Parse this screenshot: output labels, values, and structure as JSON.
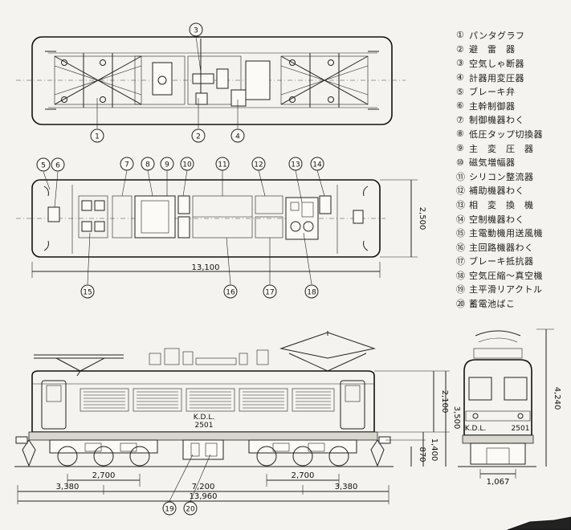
{
  "legend": [
    {
      "num": "①",
      "text": "パンタグラフ"
    },
    {
      "num": "②",
      "text": "避　雷　器"
    },
    {
      "num": "③",
      "text": "空気しゃ断器"
    },
    {
      "num": "④",
      "text": "計器用変圧器"
    },
    {
      "num": "⑤",
      "text": "ブレーキ弁"
    },
    {
      "num": "⑥",
      "text": "主幹制御器"
    },
    {
      "num": "⑦",
      "text": "制御機器わく"
    },
    {
      "num": "⑧",
      "text": "低圧タップ切換器"
    },
    {
      "num": "⑨",
      "text": "主　変　圧　器"
    },
    {
      "num": "⑩",
      "text": "磁気増幅器"
    },
    {
      "num": "⑪",
      "text": "シリコン整流器"
    },
    {
      "num": "⑫",
      "text": "補助機器わく"
    },
    {
      "num": "⑬",
      "text": "相　変　換　機"
    },
    {
      "num": "⑭",
      "text": "空制機器わく"
    },
    {
      "num": "⑮",
      "text": "主電動機用送風機"
    },
    {
      "num": "⑯",
      "text": "主回路機器わく"
    },
    {
      "num": "⑰",
      "text": "ブレーキ抵抗器"
    },
    {
      "num": "⑱",
      "text": "空気圧縮〜真空機"
    },
    {
      "num": "⑲",
      "text": "主平滑リアクトル"
    },
    {
      "num": "⑳",
      "text": "蓄電池ばこ"
    }
  ],
  "callouts": {
    "c1": "1",
    "c2": "2",
    "c3": "3",
    "c4": "4",
    "c5": "5",
    "c6": "6",
    "c7": "7",
    "c8": "8",
    "c9": "9",
    "c10": "10",
    "c11": "11",
    "c12": "12",
    "c13": "13",
    "c14": "14",
    "c15": "15",
    "c16": "16",
    "c17": "17",
    "c18": "18",
    "c19": "19",
    "c20": "20"
  },
  "dimensions": {
    "plan_width": "2,500",
    "plan_length": "13,100",
    "height_body": "2,100",
    "height_total_body": "3,500",
    "height_floor": "1,400",
    "height_coupler": "870",
    "bogie_wheelbase_left": "2,700",
    "bogie_wheelbase_right": "2,700",
    "overhang_left": "3,380",
    "overhang_right": "3,380",
    "bogie_centers": "7,200",
    "total_length": "13,960",
    "end_height": "4,240",
    "gauge": "1,067"
  },
  "side_plate": {
    "line1": "K.D.L.",
    "line2": "2501"
  },
  "end_plate": {
    "left": "K.D.L.",
    "right": "2501"
  }
}
